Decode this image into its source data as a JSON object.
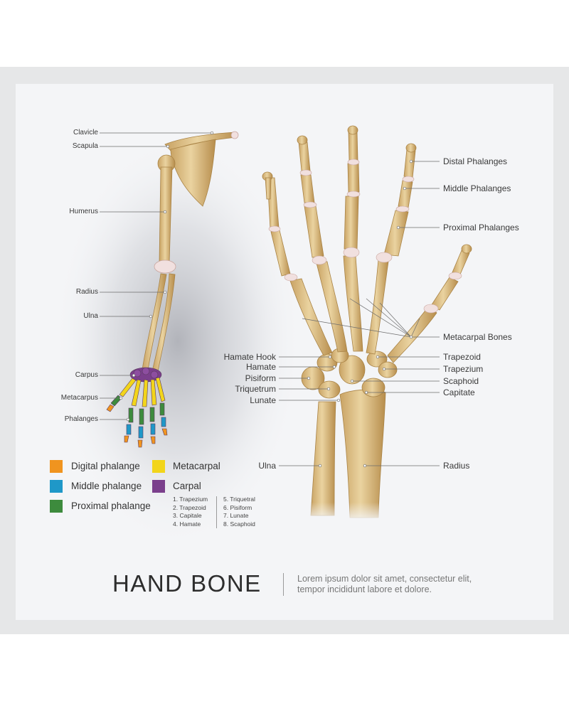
{
  "arm_labels": {
    "clavicle": "Clavicle",
    "scapula": "Scapula",
    "humerus": "Humerus",
    "radius": "Radius",
    "ulna": "Ulna",
    "carpus": "Carpus",
    "metacarpus": "Metacarpus",
    "phalanges": "Phalanges"
  },
  "hand_labels": {
    "distal_phalanges": "Distal Phalanges",
    "middle_phalanges": "Middle Phalanges",
    "proximal_phalanges": "Proximal Phalanges",
    "metacarpal_bones": "Metacarpal Bones",
    "trapezoid": "Trapezoid",
    "trapezium": "Trapezium",
    "scaphoid": "Scaphoid",
    "capitate": "Capitate",
    "radius": "Radius",
    "hamate_hook": "Hamate Hook",
    "hamate": "Hamate",
    "pisiform": "Pisiform",
    "triquetrum": "Triquetrum",
    "lunate": "Lunate",
    "ulna": "Ulna"
  },
  "legend": [
    {
      "label": "Digital phalange",
      "color": "#f0941f"
    },
    {
      "label": "Middle phalange",
      "color": "#1f98c8"
    },
    {
      "label": "Proximal phalange",
      "color": "#3d8b3d"
    },
    {
      "label": "Metacarpal",
      "color": "#f2d51b"
    },
    {
      "label": "Carpal",
      "color": "#7b3f8c"
    }
  ],
  "carpal_list": {
    "col1": [
      "1. Trapezium",
      "2. Trapezoid",
      "3. Capitale",
      "4. Hamate"
    ],
    "col2": [
      "5. Triquetral",
      "6. Pisiform",
      "7. Lunate",
      "8. Scaphoid"
    ]
  },
  "footer": {
    "title": "HAND BONE",
    "description": "Lorem ipsum dolor sit amet, consectetur elit, tempor incididunt labore et dolore."
  },
  "colors": {
    "bone": "#dcc08a",
    "bone_dark": "#b8914f",
    "cartilage": "#f1e0df",
    "panel": "#f4f5f7",
    "band": "#e6e7e8"
  }
}
